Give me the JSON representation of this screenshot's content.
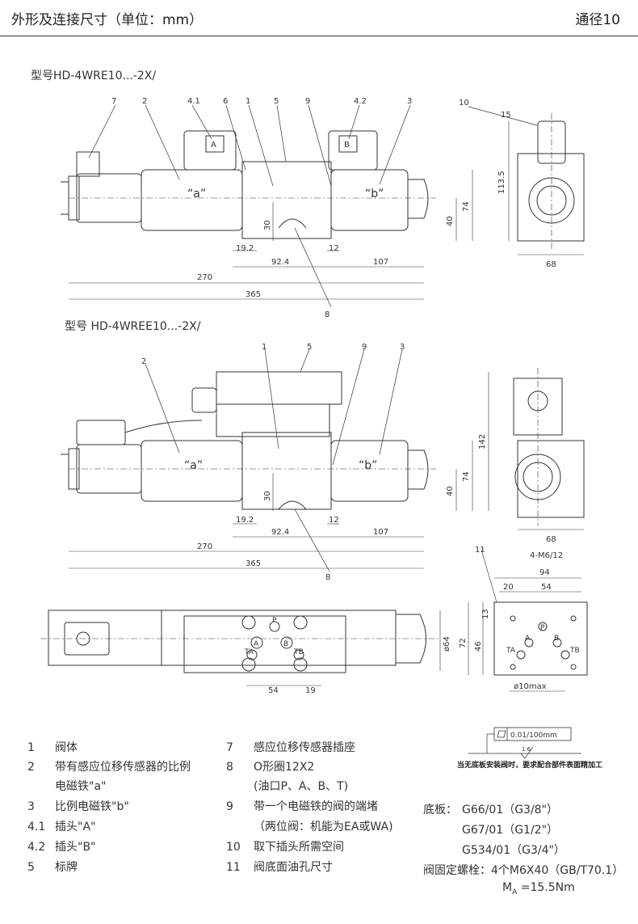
{
  "header": {
    "title": "外形及连接尺寸（单位：mm）",
    "size": "通径10"
  },
  "drawing1": {
    "model": "型号HD-4WRE10...-2X/",
    "callouts": [
      "7",
      "2",
      "4.1",
      "6",
      "1",
      "5",
      "9",
      "4.2",
      "3",
      "10",
      "8"
    ],
    "labels": {
      "a": "“a”",
      "b": "“b”",
      "A": "A",
      "B": "B"
    },
    "dims": {
      "d15": "15",
      "d113": "113.5",
      "d74": "74",
      "d40": "40",
      "d30": "30",
      "d19": "19.2",
      "d92": "92.4",
      "d12": "12",
      "d107": "107",
      "d270": "270",
      "d365": "365",
      "d68": "68"
    }
  },
  "drawing2": {
    "model": "型号 HD-4WREE10...-2X/",
    "callouts": [
      "2",
      "1",
      "5",
      "9",
      "3",
      "8"
    ],
    "labels": {
      "a": "“a”",
      "b": "“b”"
    },
    "dims": {
      "d142": "142",
      "d74": "74",
      "d40": "40",
      "d30": "30",
      "d19": "19.2",
      "d92": "92.4",
      "d12": "12",
      "d107": "107",
      "d270": "270",
      "d365": "365",
      "d68": "68"
    }
  },
  "plan": {
    "ports": [
      "P",
      "A",
      "B",
      "TA",
      "TB"
    ],
    "dims": {
      "d54": "54",
      "d19": "19",
      "d64": "ø64"
    }
  },
  "subplate": {
    "callout": "11",
    "screw": "4-M6/12",
    "ports": [
      "P",
      "A",
      "B",
      "TA",
      "TB"
    ],
    "dims": {
      "d94": "94",
      "d20": "20",
      "d54": "54",
      "d13": "13",
      "d72": "72",
      "d46": "46",
      "d10": "ø10max"
    }
  },
  "flatness": {
    "value": "0.01/100mm",
    "roughness": "1.6",
    "note": "当无底板安装阀时，要求配合部件表面精加工"
  },
  "legend_left": [
    {
      "n": "1",
      "t": "阀体"
    },
    {
      "n": "2",
      "t": "带有感应位移传感器的比例"
    },
    {
      "n": "",
      "t": "电磁铁\"a\""
    },
    {
      "n": "3",
      "t": "比例电磁铁\"b\""
    },
    {
      "n": "4.1",
      "t": "插头\"A\""
    },
    {
      "n": "4.2",
      "t": "插头\"B\""
    },
    {
      "n": "5",
      "t": "标牌"
    }
  ],
  "legend_mid": [
    {
      "n": "7",
      "t": "感应位移传感器插座"
    },
    {
      "n": "8",
      "t": "O形圈12X2"
    },
    {
      "n": "",
      "t": "(油口P、A、B、T)"
    },
    {
      "n": "9",
      "t": "带一个电磁铁的阀的端堵"
    },
    {
      "n": "",
      "t": "（两位阀：机能为EA或WA)"
    },
    {
      "n": "10",
      "t": "取下插头所需空间"
    },
    {
      "n": "11",
      "t": "阀底面油孔尺寸"
    }
  ],
  "legend_right": {
    "subplate_label": "底板：",
    "subplates": [
      "G66/01（G3/8\"）",
      "G67/01（G1/2\"）",
      "G534/01（G3/4\"）"
    ],
    "screws": "阀固定螺栓：4个M6X40（GB/T70.1）",
    "torque_sym": "M",
    "torque_sub": "A",
    "torque_val": " =15.5Nm"
  }
}
